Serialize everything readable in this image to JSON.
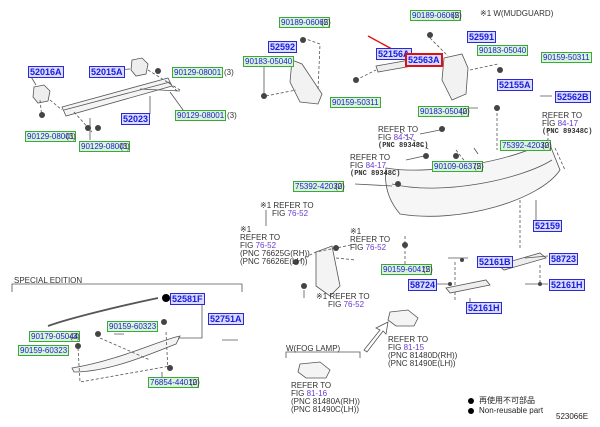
{
  "header": {
    "note": "※1  W(MUDGUARD)"
  },
  "parts": {
    "p52016A": "52016A",
    "p52015A": "52015A",
    "p90129_08001_a": "90129-08001",
    "p90129_08001_b": "90129-08001",
    "p90129_08001_c": "90129-08001",
    "p90129_08001_d": "90129-08001",
    "p52023": "52023",
    "p90189_06065_a": "90189-06065",
    "p52592": "52592",
    "p90183_05040_a": "90183-05040",
    "p52156A": "52156A",
    "p52563A": "52563A",
    "p90159_50311_a": "90159-50311",
    "p90189_06065_b": "90189-06065",
    "p52591": "52591",
    "p90183_05040_b": "90183-05040",
    "p90159_50311_b": "90159-50311",
    "p52155A": "52155A",
    "p52562B": "52562B",
    "p90183_05040_c": "90183-05040",
    "p75392_42030_a": "75392-42030",
    "p90109_06375": "90109-06375",
    "p75392_42030_b": "75392-42030",
    "p52159": "52159",
    "p90159_60415": "90159-60415",
    "p52161B": "52161B",
    "p58723": "58723",
    "p58724": "58724",
    "p52161H_a": "52161H",
    "p52161H_b": "52161H",
    "p52581F": "52581F",
    "p52751A": "52751A",
    "p90179_05044": "90179-05044",
    "p90159_60323_a": "90159-60323",
    "p90159_60323_b": "90159-60323",
    "p76854_44010": "76854-44010"
  },
  "quantities": {
    "q3": "(3)",
    "q2": "(2)"
  },
  "refs": {
    "refer_to": "REFER TO",
    "fig": "FIG",
    "mark1": "※1",
    "fig_84_17": "84-17",
    "fig_76_52": "76-52",
    "fig_81_15": "81-15",
    "fig_81_16": "81-16",
    "pnc_89348C": "(PNC 89348C)",
    "pnc_76625G": "(PNC 76625G(RH))",
    "pnc_76626E": "(PNC 76626E(LH))",
    "pnc_81480D": "(PNC 81480D(RH))",
    "pnc_81490E": "(PNC 81490E(LH))",
    "pnc_81480A": "(PNC 81480A(RH))",
    "pnc_81490C": "(PNC 81490C(LH))"
  },
  "sections": {
    "special_edition": "SPECIAL EDITION",
    "fog_lamp": "W(FOG LAMP)"
  },
  "legend": {
    "non_reusable_jp": "再使用不可部品",
    "non_reusable_en": "Non-reusable part"
  },
  "footer": {
    "figure_code": "523066E"
  },
  "colors": {
    "part_blue_fill": "#d9dcff",
    "part_blue_border": "#2a2ad0",
    "part_green_fill": "#d8f5d4",
    "part_green_border": "#3aa83a",
    "highlight_red": "#e01010",
    "fig_link": "#6a3ad0"
  }
}
